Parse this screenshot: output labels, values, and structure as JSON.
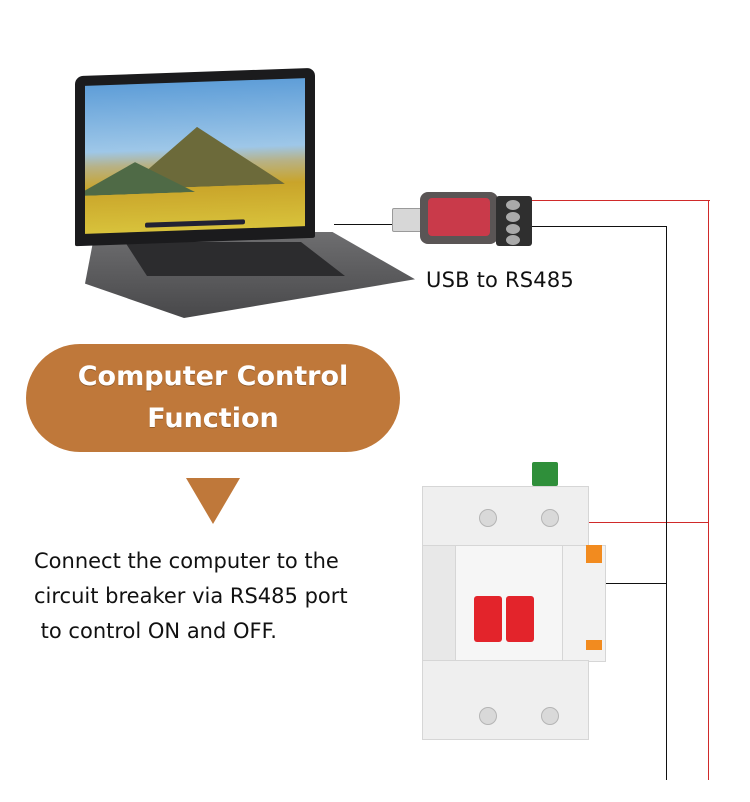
{
  "usb_adapter": {
    "caption": "USB to RS485"
  },
  "feature": {
    "title_line1": "Computer Control",
    "title_line2": "Function"
  },
  "description": {
    "line1": "Connect the computer to the",
    "line2": "circuit breaker via RS485 port",
    "line3": " to control ON and OFF."
  },
  "colors": {
    "accent": "#bf783a",
    "wire_red": "#d02a2a",
    "wire_black": "#111111"
  },
  "icons": [
    "laptop-image",
    "usb-rs485-adapter-image",
    "circuit-breaker-image",
    "arrow-down-icon"
  ]
}
